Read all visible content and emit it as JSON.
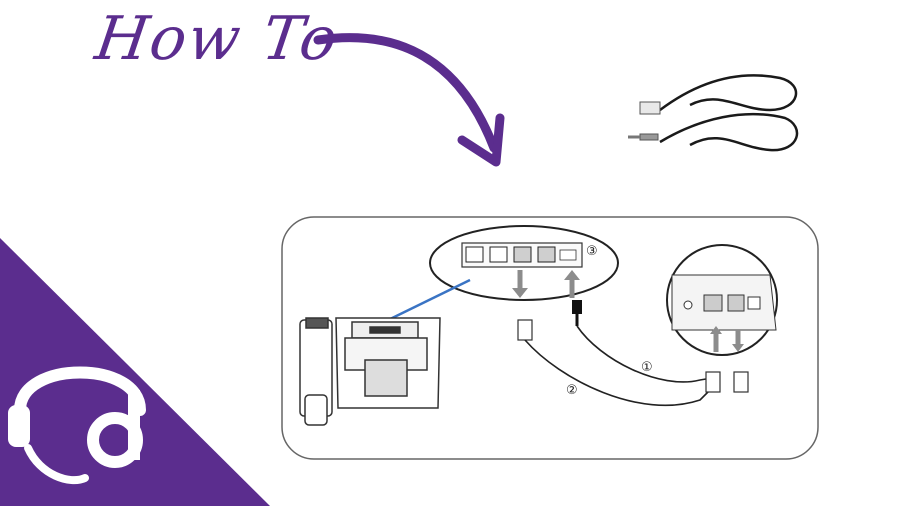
{
  "title": "How To",
  "colors": {
    "brand_purple": "#5b2d8e",
    "line": "#2a2a2a",
    "pointer_blue": "#3a74c4",
    "arrow_gray": "#8c8c8c"
  },
  "diagram": {
    "markers": {
      "cable_1": "①",
      "cable_2": "②",
      "port_callout": "③"
    }
  },
  "icons": {
    "title_arrow": "curved-arrow-icon",
    "cables": "rj-cables-icon",
    "logo": "headset-logo-icon"
  }
}
